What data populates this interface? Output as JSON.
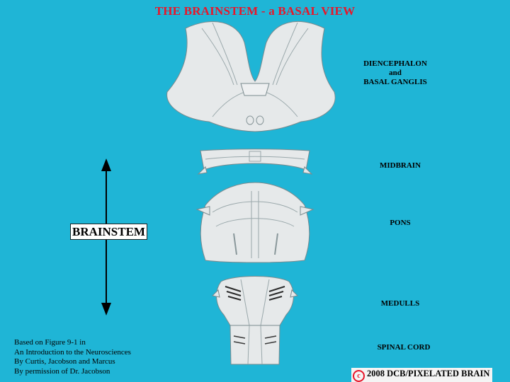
{
  "title": "THE BRAINSTEM - a BASAL VIEW",
  "labels": {
    "diencephalon_line1": "DIENCEPHALON",
    "diencephalon_line2": "and",
    "diencephalon_line3": "BASAL GANGLIS",
    "midbrain": "MIDBRAIN",
    "pons": "PONS",
    "medulla": "MEDULLS",
    "spinal_cord": "SPINAL CORD"
  },
  "bracket_label": "BRAINSTEM",
  "credit": [
    "Based on Figure 9-1 in",
    "An Introduction to the Neurosciences",
    "By Curtis, Jacobson and Marcus",
    "By permission of Dr. Jacobson"
  ],
  "copyright": {
    "symbol": "c",
    "text": "2008  DCB/PIXELATED BRAIN"
  },
  "colors": {
    "background": "#1fb5d6",
    "title": "#e8162a",
    "tissue": "#e6e9ea"
  }
}
